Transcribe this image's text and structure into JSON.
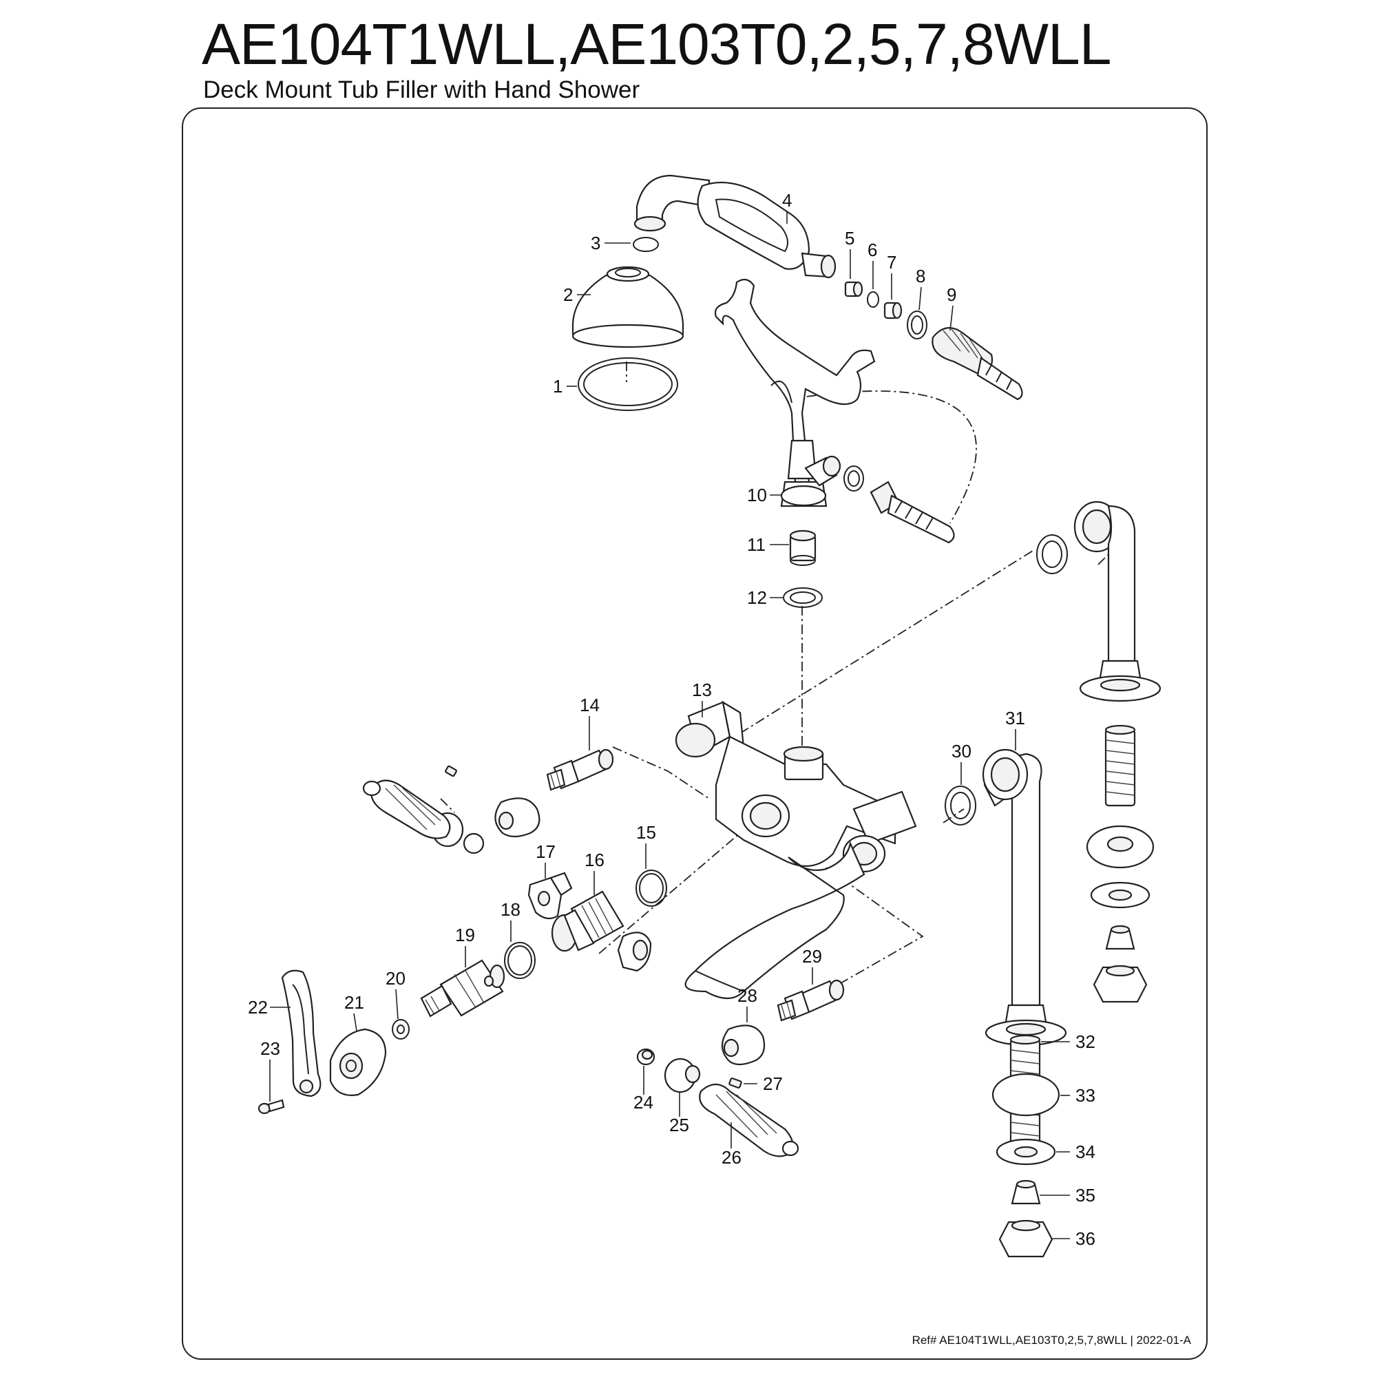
{
  "header": {
    "title": "AE104T1WLL,AE103T0,2,5,7,8WLL",
    "subtitle": "Deck Mount Tub Filler with Hand Shower"
  },
  "footer": {
    "reference": "Ref# AE104T1WLL,AE103T0,2,5,7,8WLL | 2022-01-A"
  },
  "callouts": [
    "1",
    "2",
    "3",
    "4",
    "5",
    "6",
    "7",
    "8",
    "9",
    "10",
    "11",
    "12",
    "13",
    "14",
    "15",
    "16",
    "17",
    "18",
    "19",
    "20",
    "21",
    "22",
    "23",
    "24",
    "25",
    "26",
    "27",
    "28",
    "29",
    "30",
    "31",
    "32",
    "33",
    "34",
    "35",
    "36"
  ]
}
